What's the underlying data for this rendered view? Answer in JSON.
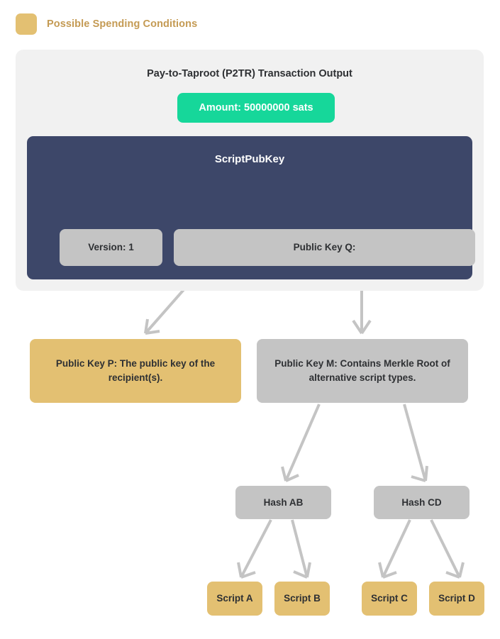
{
  "legend": {
    "swatch_color": "#e3c072",
    "label": "Possible Spending Conditions"
  },
  "card": {
    "title": "Pay-to-Taproot (P2TR) Transaction Output",
    "amount_badge": "Amount: 50000000 sats",
    "amount_badge_color": "#16d79a",
    "background_color": "#f1f1f1"
  },
  "script_pub_key": {
    "title": "ScriptPubKey",
    "panel_color": "#3d4769",
    "fields": [
      {
        "label": "Version: 1",
        "color": "#c4c4c4"
      },
      {
        "label": "Public Key Q:",
        "color": "#c4c4c4"
      }
    ]
  },
  "spending_paths": [
    {
      "label": "Public Key P: The public key of the recipient(s).",
      "color": "#e3c072",
      "type": "key-path"
    },
    {
      "label": "Public Key M: Contains Merkle Root of alternative script types.",
      "color": "#c4c4c4",
      "type": "script-path"
    }
  ],
  "merkle": {
    "hashes": [
      {
        "label": "Hash AB",
        "color": "#c4c4c4"
      },
      {
        "label": "Hash CD",
        "color": "#c4c4c4"
      }
    ],
    "scripts": [
      {
        "label": "Script A",
        "color": "#e3c072"
      },
      {
        "label": "Script B",
        "color": "#e3c072"
      },
      {
        "label": "Script C",
        "color": "#e3c072"
      },
      {
        "label": "Script D",
        "color": "#e3c072"
      }
    ]
  },
  "arrow_color": "#c4c4c4"
}
